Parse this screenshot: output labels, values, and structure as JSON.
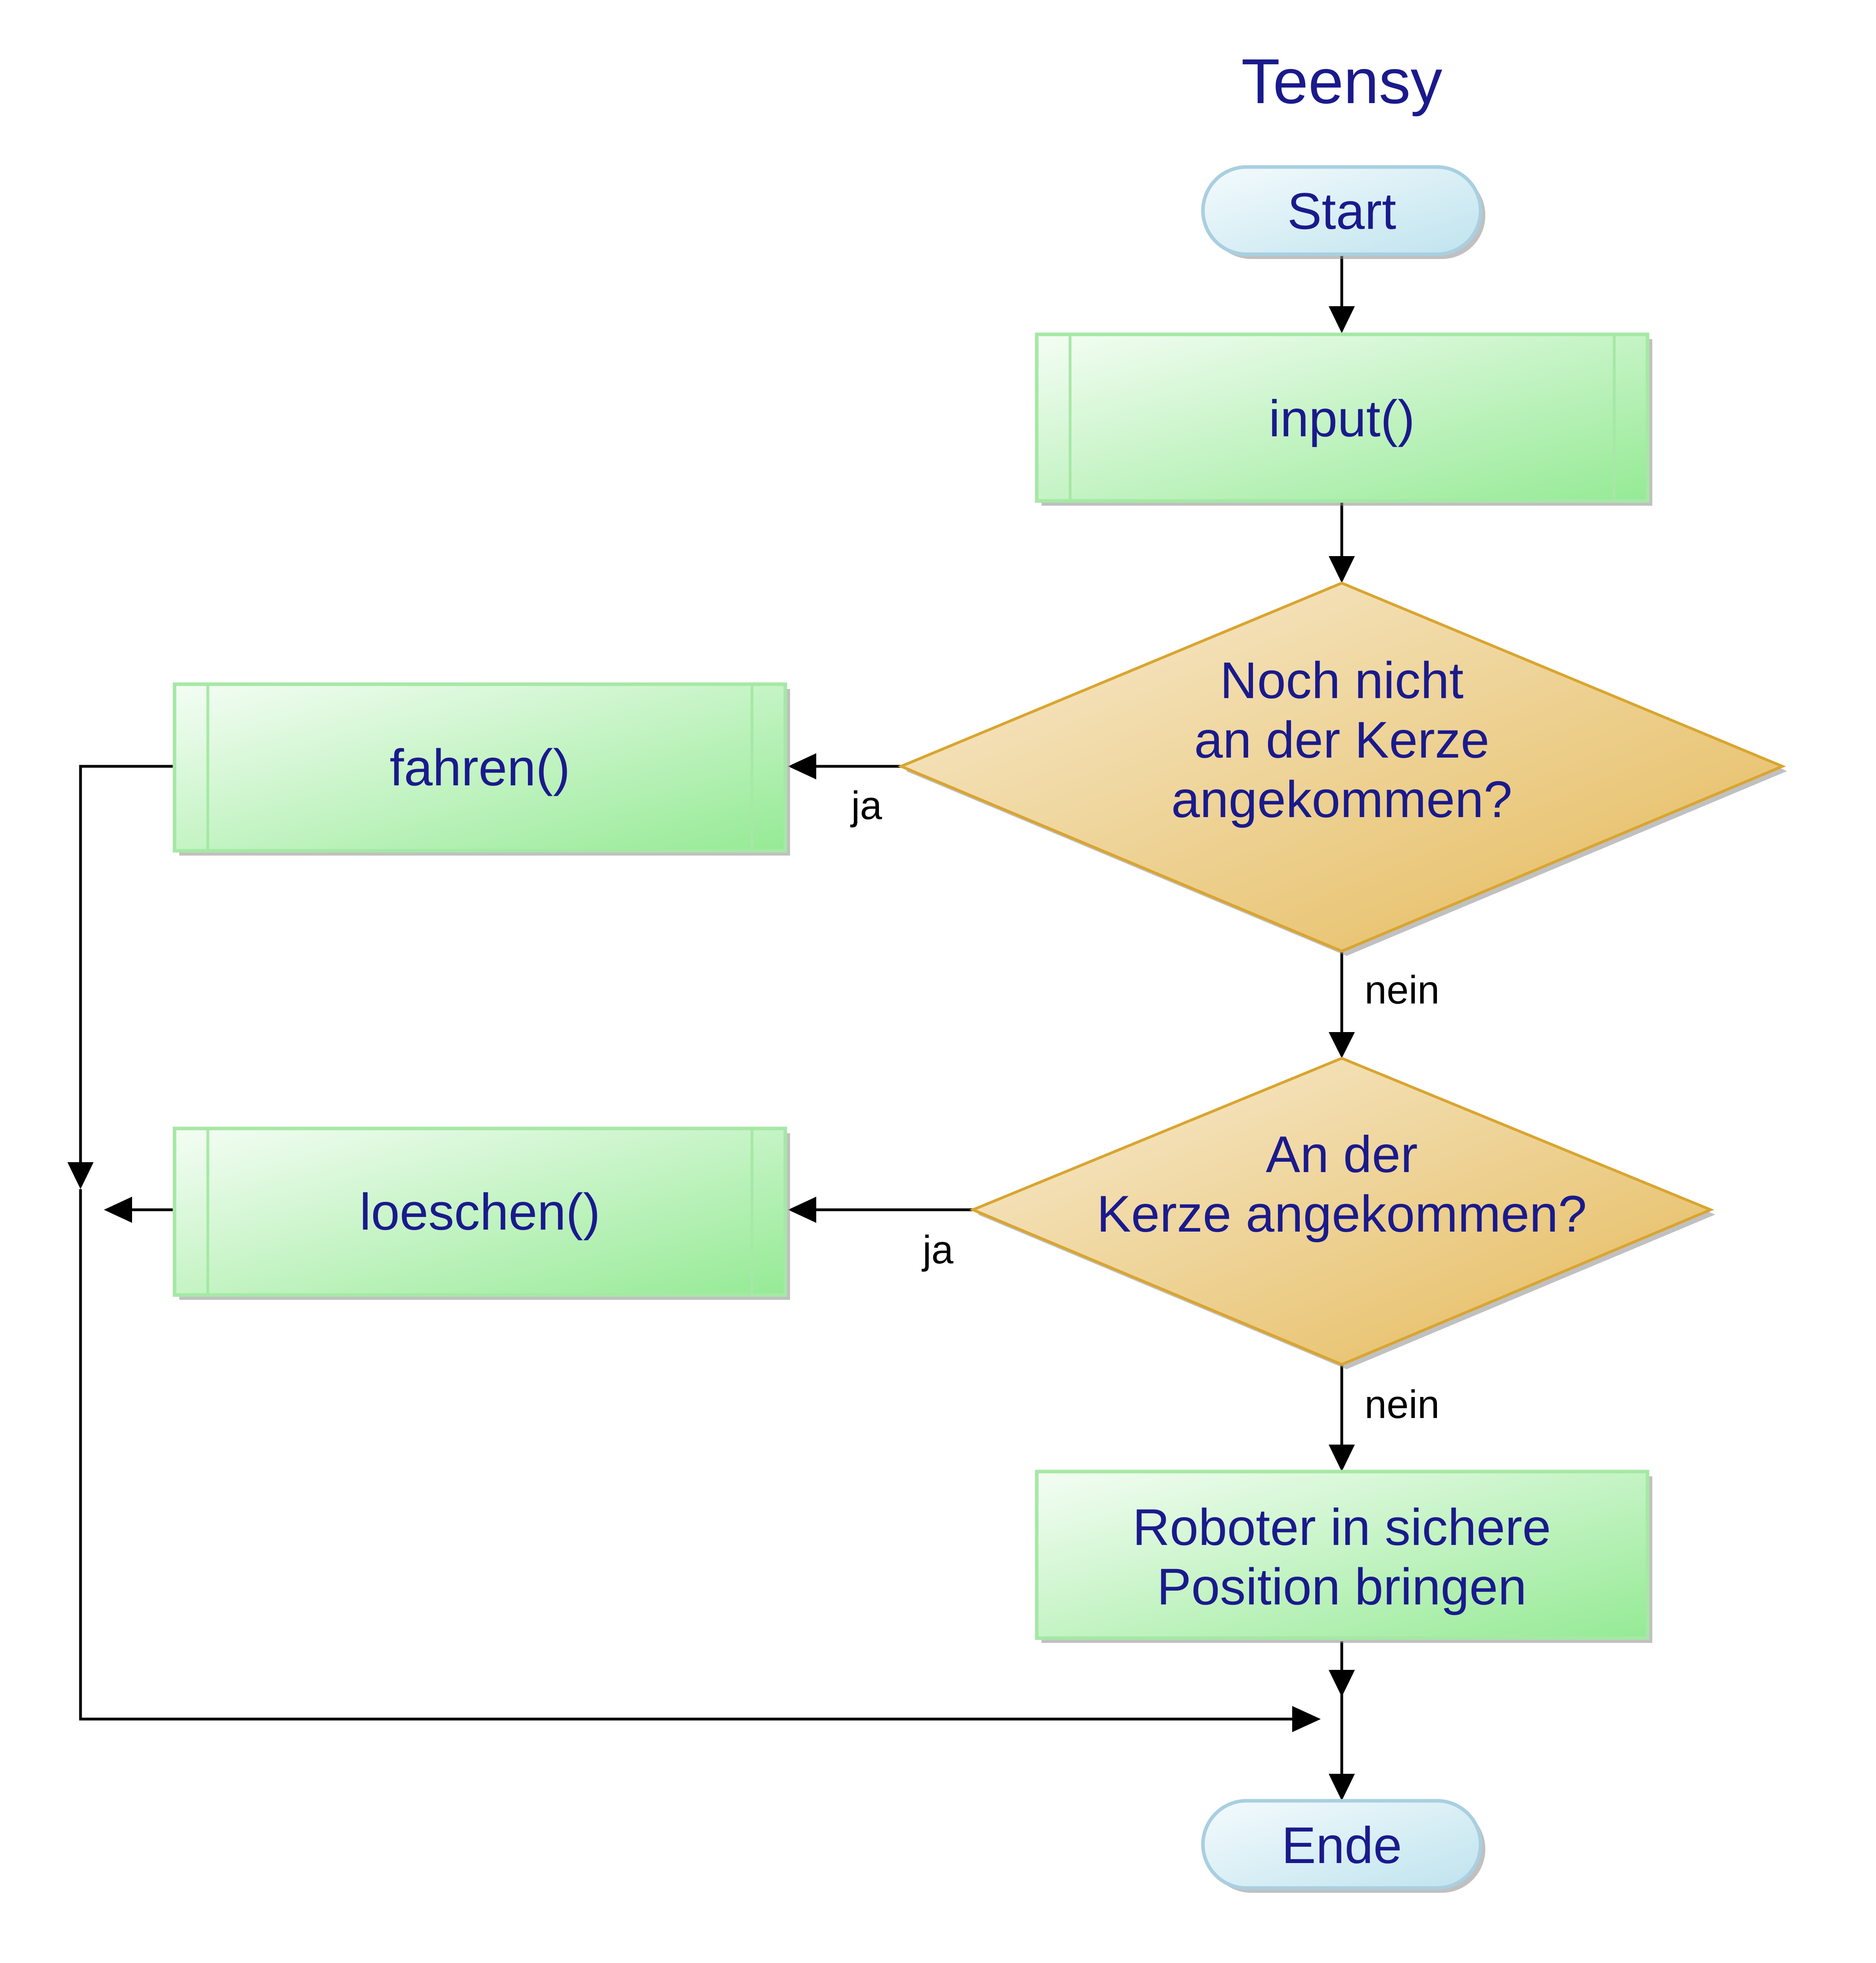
{
  "title": "Teensy",
  "nodes": {
    "start": "Start",
    "input": "input()",
    "decision1": [
      "Noch nicht",
      "an der Kerze",
      "angekommen?"
    ],
    "fahren": "fahren()",
    "decision2": [
      "An der",
      "Kerze angekommen?"
    ],
    "loeschen": "loeschen()",
    "safe": [
      "Roboter in sichere",
      "Position bringen"
    ],
    "end": "Ende"
  },
  "edge_labels": {
    "d1_yes": "ja",
    "d1_no": "nein",
    "d2_yes": "ja",
    "d2_no": "nein"
  },
  "colors": {
    "process_fill_light": "#f4fdf4",
    "process_fill_dark": "#95ea95",
    "terminal_fill_light": "#f4fbfd",
    "terminal_fill_dark": "#bfe3ee",
    "decision_fill_light": "#f8ecd3",
    "decision_fill_dark": "#e4b957",
    "text_color": "#1a1a8c"
  }
}
